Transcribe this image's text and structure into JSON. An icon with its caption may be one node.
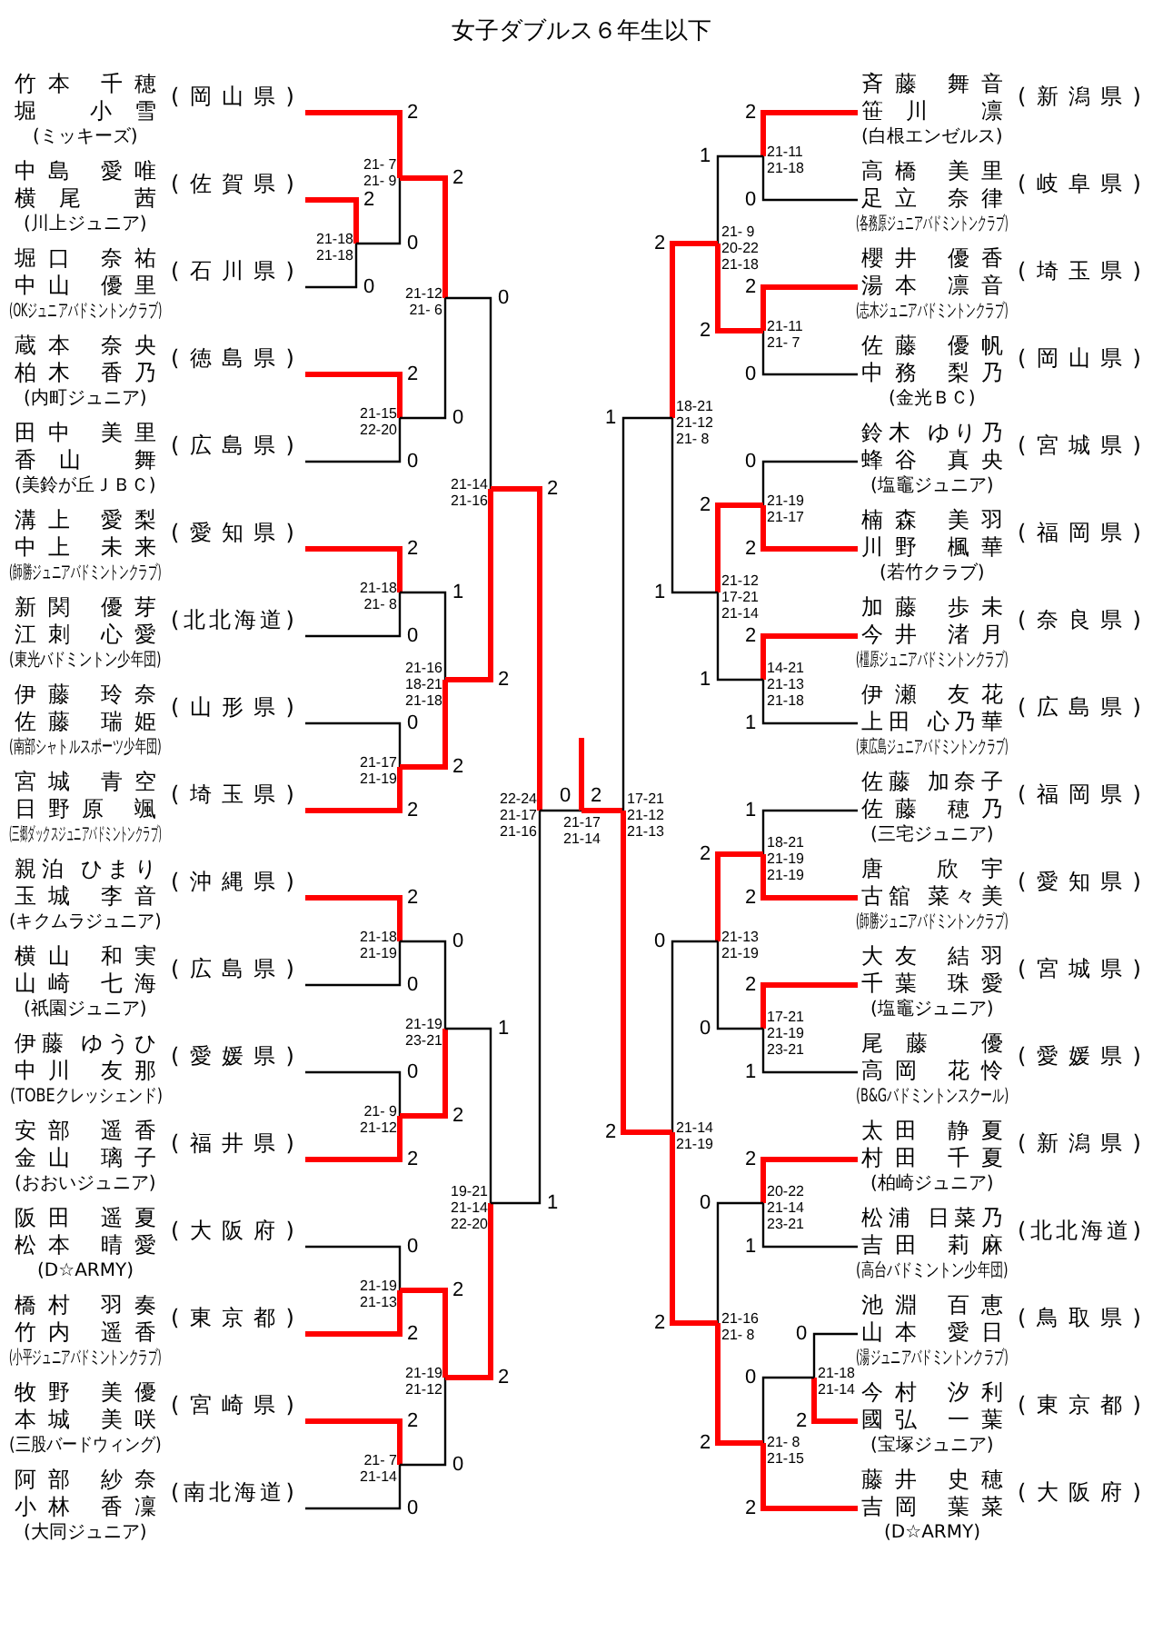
{
  "diagram": {
    "title": "女子ダブルス６年生以下",
    "nodes": [
      {
        "text": [
          "竹本 千穂",
          "堀 小雪",
          "(ミッキーズ)"
        ],
        "beside": [
          "(岡山県)"
        ]
      },
      {
        "text": [
          "中島 愛唯",
          "横尾 茜",
          "(川上ジュニア)"
        ],
        "beside": [
          "(佐賀県)"
        ]
      },
      {
        "text": [
          "堀口 奈祐",
          "中山 優里",
          "(OKジュニアバドミントンクラブ)"
        ],
        "beside": [
          "(石川県)"
        ]
      },
      {
        "text": [
          "蔵本 奈央",
          "柏木 香乃",
          "(内町ジュニア)"
        ],
        "beside": [
          "(徳島県)"
        ]
      },
      {
        "text": [
          "田中 美里",
          "香山 舞",
          "(美鈴が丘ＪＢＣ)"
        ],
        "beside": [
          "(広島県)"
        ]
      },
      {
        "text": [
          "溝上 愛梨",
          "中上 未来",
          "(師勝ジュニアバドミントンクラブ)"
        ],
        "beside": [
          "(愛知県)"
        ]
      },
      {
        "text": [
          "新関 優芽",
          "江刺 心愛",
          "(東光バドミントン少年団)"
        ],
        "beside": [
          "(北北海道)"
        ]
      },
      {
        "text": [
          "伊藤 玲奈",
          "佐藤 瑞姫",
          "(南部シャトルスポーツ少年団)"
        ],
        "beside": [
          "(山形県)"
        ]
      },
      {
        "text": [
          "宮城 青空",
          "日野原 颯",
          "(三郷ダックスジュニアバドミントンクラブ)"
        ],
        "beside": [
          "(埼玉県)"
        ]
      },
      {
        "text": [
          "親泊 ひまり",
          "玉城 李音",
          "(キクムラジュニア)"
        ],
        "beside": [
          "(沖縄県)"
        ]
      },
      {
        "text": [
          "横山 和実",
          "山崎 七海",
          "(祇園ジュニア)"
        ],
        "beside": [
          "(広島県)"
        ]
      },
      {
        "text": [
          "伊藤 ゆうひ",
          "中川 友那",
          "(TOBEクレッシェンド)"
        ],
        "beside": [
          "(愛媛県)"
        ]
      },
      {
        "text": [
          "安部 遥香",
          "金山 璃子",
          "(おおいジュニア)"
        ],
        "beside": [
          "(福井県)"
        ]
      },
      {
        "text": [
          "阪田 遥夏",
          "松本 晴愛",
          "(D☆ARMY)"
        ],
        "beside": [
          "(大阪府)"
        ]
      },
      {
        "text": [
          "橋村 羽奏",
          "竹内 遥香",
          "(小平ジュニアバドミントンクラブ)"
        ],
        "beside": [
          "(東京都)"
        ]
      },
      {
        "text": [
          "牧野 美優",
          "本城 美咲",
          "(三股バードウィング)"
        ],
        "beside": [
          "(宮崎県)"
        ]
      },
      {
        "text": [
          "阿部 紗奈",
          "小林 香凜",
          "(大同ジュニア)"
        ],
        "beside": [
          "(南北海道)"
        ]
      },
      {
        "text": [
          "斉藤 舞音",
          "笹川 凛",
          "(白根エンゼルス)"
        ],
        "beside": [
          "(新潟県)"
        ]
      },
      {
        "text": [
          "高橋 美里",
          "足立 奈律",
          "(各務原ジュニアバドミントンクラブ)"
        ],
        "beside": [
          "(岐阜県)"
        ]
      },
      {
        "text": [
          "櫻井 優香",
          "湯本 凛音",
          "(志木ジュニアバドミントンクラブ)"
        ],
        "beside": [
          "(埼玉県)"
        ]
      },
      {
        "text": [
          "佐藤 優帆",
          "中務 梨乃",
          "(金光ＢＣ)"
        ],
        "beside": [
          "(岡山県)"
        ]
      },
      {
        "text": [
          "鈴木 ゆり乃",
          "蜂谷 真央",
          "(塩竈ジュニア)"
        ],
        "beside": [
          "(宮城県)"
        ]
      },
      {
        "text": [
          "楠森 美羽",
          "川野 楓華",
          "(若竹クラブ)"
        ],
        "beside": [
          "(福岡県)"
        ]
      },
      {
        "text": [
          "加藤 歩未",
          "今井 渚月",
          "(橿原ジュニアバドミントンクラブ)"
        ],
        "beside": [
          "(奈良県)"
        ]
      },
      {
        "text": [
          "伊瀬 友花",
          "上田 心乃華",
          "(東広島ジュニアバドミントンクラブ)"
        ],
        "beside": [
          "(広島県)"
        ]
      },
      {
        "text": [
          "佐藤 加奈子",
          "佐藤 穂乃",
          "(三宅ジュニア)"
        ],
        "beside": [
          "(福岡県)"
        ]
      },
      {
        "text": [
          "唐 欣宇",
          "古舘 菜々美",
          "(師勝ジュニアバドミントンクラブ)"
        ],
        "beside": [
          "(愛知県)"
        ]
      },
      {
        "text": [
          "大友 結羽",
          "千葉 珠愛",
          "(塩竈ジュニア)"
        ],
        "beside": [
          "(宮城県)"
        ]
      },
      {
        "text": [
          "尾藤 優",
          "高岡 花怜",
          "(B&Gバドミントンスクール)"
        ],
        "beside": [
          "(愛媛県)"
        ]
      },
      {
        "text": [
          "太田 静夏",
          "村田 千夏",
          "(柏崎ジュニア)"
        ],
        "beside": [
          "(新潟県)"
        ]
      },
      {
        "text": [
          "松浦 日菜乃",
          "吉田 莉麻",
          "(高台バドミントン少年団)"
        ],
        "beside": [
          "(北北海道)"
        ]
      },
      {
        "text": [
          "池淵 百恵",
          "山本 愛日",
          "(湯ジュニアバドミントンクラブ)"
        ],
        "beside": [
          "(鳥取県)"
        ]
      },
      {
        "text": [
          "今村 汐利",
          "國弘 一葉",
          "(宝塚ジュニア)"
        ],
        "beside": [
          "(東京都)"
        ]
      },
      {
        "text": [
          "藤井 史穂",
          "吉岡 葉菜",
          "(D☆ARMY)"
        ],
        "beside": [
          "(大阪府)"
        ]
      },
      {
        "text": [
          "21-18 21-18"
        ]
      },
      {
        "text": [
          "21- 7 21- 9"
        ]
      },
      {
        "text": [
          "21-15 22-20"
        ]
      },
      {
        "text": [
          "21-12 21- 6"
        ]
      },
      {
        "text": [
          "21-18 21- 8"
        ]
      },
      {
        "text": [
          "21-17 21-19"
        ]
      },
      {
        "text": [
          "21-16 18-21 21-18"
        ]
      },
      {
        "text": [
          "21-14 21-16"
        ]
      },
      {
        "text": [
          "21-18 21-19"
        ]
      },
      {
        "text": [
          "21- 9 21-12"
        ]
      },
      {
        "text": [
          "21-19 23-21"
        ]
      },
      {
        "text": [
          "21-19 21-13"
        ]
      },
      {
        "text": [
          "21- 7 21-14"
        ]
      },
      {
        "text": [
          "21-19 21-12"
        ]
      },
      {
        "text": [
          "19-21 21-14 22-20"
        ]
      },
      {
        "text": [
          "22-24 21-17 21-16"
        ]
      },
      {
        "text": [
          "21-17 21-14"
        ]
      },
      {
        "text": [
          "21-11 21-18"
        ]
      },
      {
        "text": [
          "21-11 21- 7"
        ]
      },
      {
        "text": [
          "21- 9 20-22 21-18"
        ]
      },
      {
        "text": [
          "21-19 21-17"
        ]
      },
      {
        "text": [
          "14-21 21-13 21-18"
        ]
      },
      {
        "text": [
          "21-12 17-21 21-14"
        ]
      },
      {
        "text": [
          "18-21 21-12 21- 8"
        ]
      },
      {
        "text": [
          "18-21 21-19 21-19"
        ]
      },
      {
        "text": [
          "17-21 21-19 23-21"
        ]
      },
      {
        "text": [
          "21-13 21-19"
        ]
      },
      {
        "text": [
          "20-22 21-14 23-21"
        ]
      },
      {
        "text": [
          "21-18 21-14"
        ]
      },
      {
        "text": [
          "21- 8 21-15"
        ]
      },
      {
        "text": [
          "21-16 21- 8"
        ]
      },
      {
        "text": [
          "21-14 21-19"
        ]
      },
      {
        "text": [
          "17-21 21-12 21-13"
        ]
      }
    ],
    "edges": [
      {
        "from": 1,
        "to": 34,
        "arrow": "none",
        "label": "2",
        "color": "#ff0000"
      },
      {
        "from": 2,
        "to": 34,
        "arrow": "none",
        "label": "0",
        "color": "#000000"
      },
      {
        "from": 0,
        "to": 35,
        "arrow": "none",
        "label": "2",
        "color": "#ff0000"
      },
      {
        "from": 34,
        "to": 35,
        "arrow": "none",
        "label": "0",
        "color": "#000000"
      },
      {
        "from": 3,
        "to": 36,
        "arrow": "none",
        "label": "2",
        "color": "#ff0000"
      },
      {
        "from": 4,
        "to": 36,
        "arrow": "none",
        "label": "0",
        "color": "#000000"
      },
      {
        "from": 35,
        "to": 37,
        "arrow": "none",
        "label": "2",
        "color": "#ff0000"
      },
      {
        "from": 36,
        "to": 37,
        "arrow": "none",
        "label": "0",
        "color": "#000000"
      },
      {
        "from": 5,
        "to": 38,
        "arrow": "none",
        "label": "2",
        "color": "#ff0000"
      },
      {
        "from": 6,
        "to": 38,
        "arrow": "none",
        "label": "0",
        "color": "#000000"
      },
      {
        "from": 7,
        "to": 39,
        "arrow": "none",
        "label": "0",
        "color": "#000000"
      },
      {
        "from": 8,
        "to": 39,
        "arrow": "none",
        "label": "2",
        "color": "#ff0000"
      },
      {
        "from": 38,
        "to": 40,
        "arrow": "none",
        "label": "1",
        "color": "#000000"
      },
      {
        "from": 39,
        "to": 40,
        "arrow": "none",
        "label": "2",
        "color": "#ff0000"
      },
      {
        "from": 37,
        "to": 41,
        "arrow": "none",
        "label": "0",
        "color": "#000000"
      },
      {
        "from": 40,
        "to": 41,
        "arrow": "none",
        "label": "2",
        "color": "#ff0000"
      },
      {
        "from": 9,
        "to": 42,
        "arrow": "none",
        "label": "2",
        "color": "#ff0000"
      },
      {
        "from": 10,
        "to": 42,
        "arrow": "none",
        "label": "0",
        "color": "#000000"
      },
      {
        "from": 11,
        "to": 43,
        "arrow": "none",
        "label": "0",
        "color": "#000000"
      },
      {
        "from": 12,
        "to": 43,
        "arrow": "none",
        "label": "2",
        "color": "#ff0000"
      },
      {
        "from": 42,
        "to": 44,
        "arrow": "none",
        "label": "0",
        "color": "#000000"
      },
      {
        "from": 43,
        "to": 44,
        "arrow": "none",
        "label": "2",
        "color": "#ff0000"
      },
      {
        "from": 13,
        "to": 45,
        "arrow": "none",
        "label": "0",
        "color": "#000000"
      },
      {
        "from": 14,
        "to": 45,
        "arrow": "none",
        "label": "2",
        "color": "#ff0000"
      },
      {
        "from": 15,
        "to": 46,
        "arrow": "none",
        "label": "2",
        "color": "#ff0000"
      },
      {
        "from": 16,
        "to": 46,
        "arrow": "none",
        "label": "0",
        "color": "#000000"
      },
      {
        "from": 45,
        "to": 47,
        "arrow": "none",
        "label": "2",
        "color": "#ff0000"
      },
      {
        "from": 46,
        "to": 47,
        "arrow": "none",
        "label": "0",
        "color": "#000000"
      },
      {
        "from": 44,
        "to": 48,
        "arrow": "none",
        "label": "1",
        "color": "#000000"
      },
      {
        "from": 47,
        "to": 48,
        "arrow": "none",
        "label": "2",
        "color": "#ff0000"
      },
      {
        "from": 41,
        "to": 49,
        "arrow": "none",
        "label": "2",
        "color": "#ff0000"
      },
      {
        "from": 48,
        "to": 49,
        "arrow": "none",
        "label": "1",
        "color": "#000000"
      },
      {
        "from": 49,
        "to": 50,
        "arrow": "none",
        "label": "0",
        "color": "#000000"
      },
      {
        "from": 66,
        "to": 50,
        "arrow": "none",
        "label": "2",
        "color": "#ff0000"
      },
      {
        "from": 50,
        "to": null,
        "arrow": "none",
        "color": "#ff0000"
      },
      {
        "from": 17,
        "to": 51,
        "arrow": "none",
        "label": "2",
        "color": "#ff0000"
      },
      {
        "from": 18,
        "to": 51,
        "arrow": "none",
        "label": "0",
        "color": "#000000"
      },
      {
        "from": 19,
        "to": 52,
        "arrow": "none",
        "label": "2",
        "color": "#ff0000"
      },
      {
        "from": 20,
        "to": 52,
        "arrow": "none",
        "label": "0",
        "color": "#000000"
      },
      {
        "from": 51,
        "to": 53,
        "arrow": "none",
        "label": "1",
        "color": "#000000"
      },
      {
        "from": 52,
        "to": 53,
        "arrow": "none",
        "label": "2",
        "color": "#ff0000"
      },
      {
        "from": 21,
        "to": 54,
        "arrow": "none",
        "label": "0",
        "color": "#000000"
      },
      {
        "from": 22,
        "to": 54,
        "arrow": "none",
        "label": "2",
        "color": "#ff0000"
      },
      {
        "from": 23,
        "to": 55,
        "arrow": "none",
        "label": "2",
        "color": "#ff0000"
      },
      {
        "from": 24,
        "to": 55,
        "arrow": "none",
        "label": "1",
        "color": "#000000"
      },
      {
        "from": 54,
        "to": 56,
        "arrow": "none",
        "label": "2",
        "color": "#ff0000"
      },
      {
        "from": 55,
        "to": 56,
        "arrow": "none",
        "label": "1",
        "color": "#000000"
      },
      {
        "from": 53,
        "to": 57,
        "arrow": "none",
        "label": "2",
        "color": "#ff0000"
      },
      {
        "from": 56,
        "to": 57,
        "arrow": "none",
        "label": "1",
        "color": "#000000"
      },
      {
        "from": 25,
        "to": 58,
        "arrow": "none",
        "label": "1",
        "color": "#000000"
      },
      {
        "from": 26,
        "to": 58,
        "arrow": "none",
        "label": "2",
        "color": "#ff0000"
      },
      {
        "from": 27,
        "to": 59,
        "arrow": "none",
        "label": "2",
        "color": "#ff0000"
      },
      {
        "from": 28,
        "to": 59,
        "arrow": "none",
        "label": "1",
        "color": "#000000"
      },
      {
        "from": 58,
        "to": 60,
        "arrow": "none",
        "label": "2",
        "color": "#ff0000"
      },
      {
        "from": 59,
        "to": 60,
        "arrow": "none",
        "label": "0",
        "color": "#000000"
      },
      {
        "from": 29,
        "to": 61,
        "arrow": "none",
        "label": "2",
        "color": "#ff0000"
      },
      {
        "from": 30,
        "to": 61,
        "arrow": "none",
        "label": "1",
        "color": "#000000"
      },
      {
        "from": 31,
        "to": 62,
        "arrow": "none",
        "label": "0",
        "color": "#000000"
      },
      {
        "from": 32,
        "to": 62,
        "arrow": "none",
        "label": "2",
        "color": "#ff0000"
      },
      {
        "from": 62,
        "to": 63,
        "arrow": "none",
        "label": "0",
        "color": "#000000"
      },
      {
        "from": 33,
        "to": 63,
        "arrow": "none",
        "label": "2",
        "color": "#ff0000"
      },
      {
        "from": 61,
        "to": 64,
        "arrow": "none",
        "label": "0",
        "color": "#000000"
      },
      {
        "from": 63,
        "to": 64,
        "arrow": "none",
        "label": "2",
        "color": "#ff0000"
      },
      {
        "from": 60,
        "to": 65,
        "arrow": "none",
        "label": "0",
        "color": "#000000"
      },
      {
        "from": 64,
        "to": 65,
        "arrow": "none",
        "label": "2",
        "color": "#ff0000"
      },
      {
        "from": 57,
        "to": 66,
        "arrow": "none",
        "label": "1",
        "color": "#000000"
      },
      {
        "from": 65,
        "to": 66,
        "arrow": "none",
        "label": "2",
        "color": "#ff0000"
      }
    ]
  }
}
